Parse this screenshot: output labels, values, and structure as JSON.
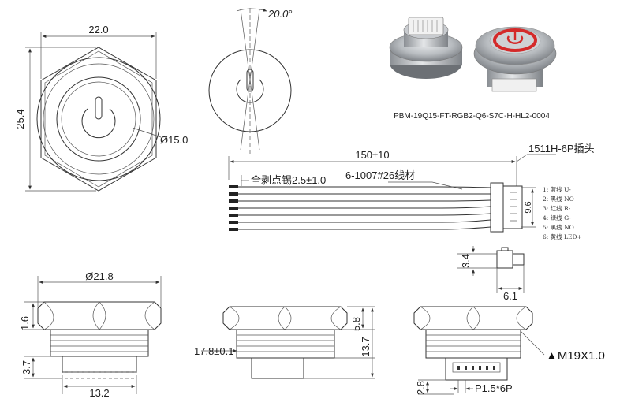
{
  "top_view": {
    "width_label": "22.0",
    "height_label": "25.4",
    "diameter_label": "Ø15.0"
  },
  "angle_view": {
    "angle_label": "20.0°"
  },
  "product": {
    "model": "PBM-19Q15-FT-RGB2-Q6-S7C-H-HL2-0004"
  },
  "cable": {
    "length_label": "150±10",
    "strip_label": "全剥点锡2.5±1.0",
    "wire_label": "6-1007#26线材",
    "connector_label": "1511H-6P插头",
    "connector_height_label": "9.6",
    "pins": [
      "1: 蓝线 U-",
      "2: 黑线 NO",
      "3: 红线 R-",
      "4: 绿线 G-",
      "5: 黑线 NO",
      "6: 黄线 LED+"
    ]
  },
  "connector_side": {
    "height_label": "3.4",
    "length_label": "6.1"
  },
  "side_view_left": {
    "diameter_label": "Ø21.8",
    "head_label": "1.6",
    "bottom_label": "3.7",
    "base_label": "13.2"
  },
  "side_view_mid": {
    "thread_label": "5.8",
    "total_label": "13.7",
    "base_label": "17.8±0.1"
  },
  "side_view_right": {
    "thread_spec": "▲M19X1.0",
    "pitch_label": "P1.5*6P",
    "pin_height_label": "2.8"
  },
  "colors": {
    "line": "#333333",
    "accent_red": "#d42a2a",
    "metal": "#b8bcc0"
  }
}
